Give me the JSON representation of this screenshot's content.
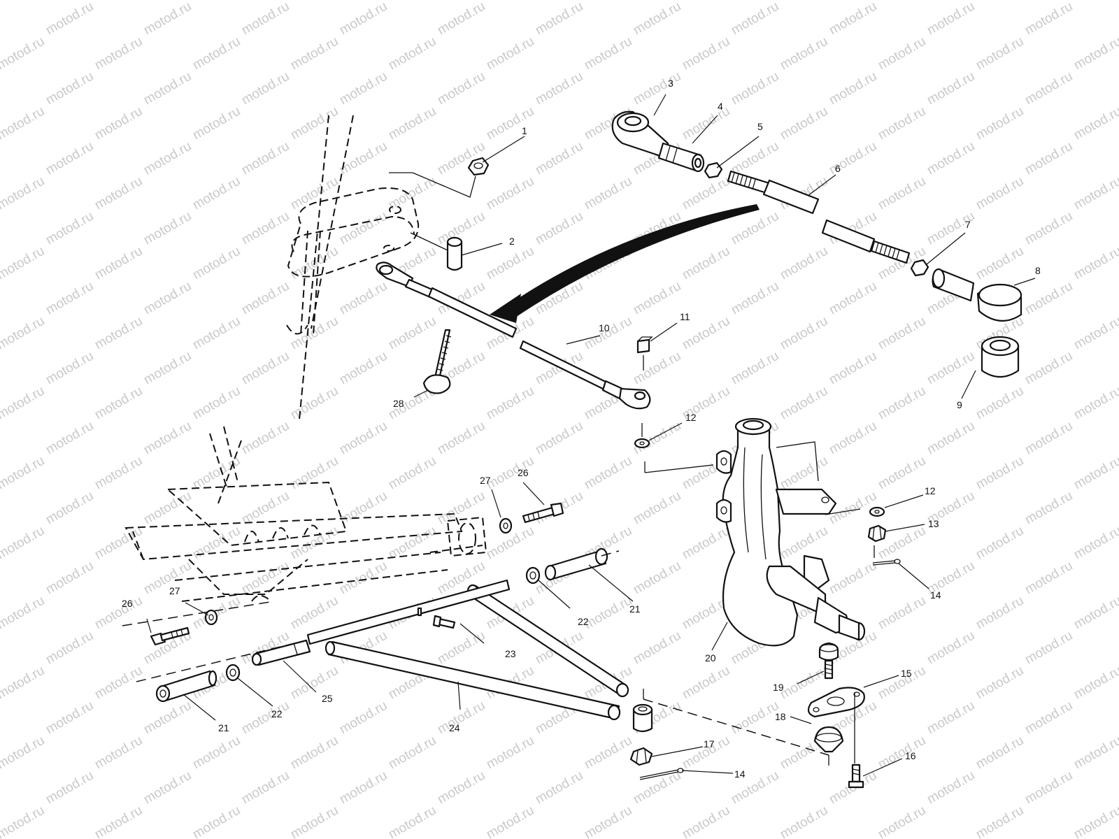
{
  "watermark": {
    "text": "motod.ru"
  },
  "callouts": [
    {
      "id": "c1",
      "number": "1"
    },
    {
      "id": "c2",
      "number": "2"
    },
    {
      "id": "c3",
      "number": "3"
    },
    {
      "id": "c4",
      "number": "4"
    },
    {
      "id": "c5",
      "number": "5"
    },
    {
      "id": "c6",
      "number": "6"
    },
    {
      "id": "c7",
      "number": "7"
    },
    {
      "id": "c8",
      "number": "8"
    },
    {
      "id": "c9",
      "number": "9"
    },
    {
      "id": "c10",
      "number": "10"
    },
    {
      "id": "c11",
      "number": "11"
    },
    {
      "id": "c12a",
      "number": "12"
    },
    {
      "id": "c12b",
      "number": "12"
    },
    {
      "id": "c13",
      "number": "13"
    },
    {
      "id": "c14a",
      "number": "14"
    },
    {
      "id": "c14b",
      "number": "14"
    },
    {
      "id": "c15",
      "number": "15"
    },
    {
      "id": "c16",
      "number": "16"
    },
    {
      "id": "c17",
      "number": "17"
    },
    {
      "id": "c18",
      "number": "18"
    },
    {
      "id": "c19",
      "number": "19"
    },
    {
      "id": "c20",
      "number": "20"
    },
    {
      "id": "c21a",
      "number": "21"
    },
    {
      "id": "c21b",
      "number": "21"
    },
    {
      "id": "c22a",
      "number": "22"
    },
    {
      "id": "c22b",
      "number": "22"
    },
    {
      "id": "c23",
      "number": "23"
    },
    {
      "id": "c24",
      "number": "24"
    },
    {
      "id": "c25",
      "number": "25"
    },
    {
      "id": "c26a",
      "number": "26"
    },
    {
      "id": "c26b",
      "number": "26"
    },
    {
      "id": "c27a",
      "number": "27"
    },
    {
      "id": "c27b",
      "number": "27"
    },
    {
      "id": "c28",
      "number": "28"
    }
  ]
}
